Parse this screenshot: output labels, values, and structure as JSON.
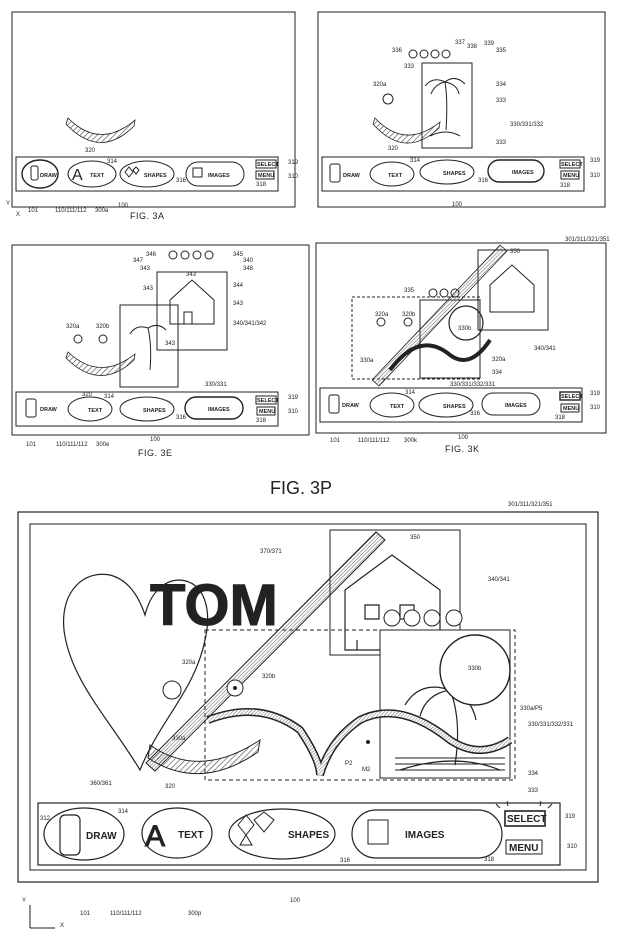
{
  "panels": {
    "a": {
      "caption": "FIG. 3A",
      "labels": [
        "320",
        "314",
        "319",
        "310",
        "318",
        "316",
        "101",
        "110/111/112",
        "300a",
        "100",
        "X",
        "Y"
      ],
      "toolbar": {
        "draw": "DRAW",
        "text": "TEXT",
        "shapes": "SHAPES",
        "images": "IMAGES",
        "select": "SELECT",
        "menu": "MENU"
      }
    },
    "b": {
      "caption": "",
      "labels": [
        "336",
        "337",
        "338",
        "339",
        "335",
        "333",
        "334",
        "320a",
        "330/331/332",
        "320",
        "333",
        "333",
        "319",
        "310",
        "318",
        "316",
        "314",
        "100"
      ],
      "toolbar": {
        "draw": "DRAW",
        "text": "TEXT",
        "shapes": "SHAPES",
        "images": "IMAGES",
        "select": "SELECT",
        "menu": "MENU"
      }
    },
    "e": {
      "caption": "FIG. 3E",
      "labels": [
        "346",
        "345",
        "347",
        "340",
        "343",
        "348",
        "343",
        "344",
        "343",
        "343",
        "320a",
        "320b",
        "340/341/342",
        "343",
        "330/331",
        "320",
        "314",
        "319",
        "310",
        "318",
        "316",
        "101",
        "110/111/112",
        "300e",
        "100"
      ],
      "toolbar": {
        "draw": "DRAW",
        "text": "TEXT",
        "shapes": "SHAPES",
        "images": "IMAGES",
        "select": "SELECT",
        "menu": "MENU"
      }
    },
    "k": {
      "caption": "FIG. 3K",
      "labels": [
        "301/311/321/351",
        "350",
        "335",
        "320a",
        "320b",
        "330b",
        "340/341",
        "330a",
        "320a",
        "334",
        "330/331/332/331",
        "319",
        "310",
        "318",
        "316",
        "314",
        "101",
        "110/111/112",
        "300k",
        "100"
      ],
      "toolbar": {
        "draw": "DRAW",
        "text": "TEXT",
        "shapes": "SHAPES",
        "images": "IMAGES",
        "select": "SELECT",
        "menu": "MENU"
      }
    },
    "p": {
      "title": "FIG. 3P",
      "tom": "TOM",
      "labels": {
        "frame": "301/311/321/351",
        "l350": "350",
        "l370": "370/371",
        "l340": "340/341",
        "l320a": "320a",
        "l320b": "320b",
        "l330b": "330b",
        "l330aP5": "330a/P5",
        "l330set": "330/331/332/331",
        "l330a": "330a",
        "l360": "360/361",
        "l320": "320",
        "lP2": "P2",
        "lM2": "M2",
        "l334": "334",
        "l333": "333",
        "l312": "312",
        "l314": "314",
        "l316": "316",
        "l318": "318",
        "l319": "319",
        "l310": "310",
        "l101": "101",
        "l110": "110/111/112",
        "l300p": "300p",
        "l100": "100",
        "axX": "X",
        "axY": "Y"
      },
      "toolbar": {
        "draw": "DRAW",
        "text": "TEXT",
        "shapes": "SHAPES",
        "images": "IMAGES",
        "select": "SELECT",
        "menu": "MENU"
      }
    }
  },
  "colors": {
    "line": "#222222",
    "hatch": "#555555",
    "paper": "#ffffff"
  }
}
